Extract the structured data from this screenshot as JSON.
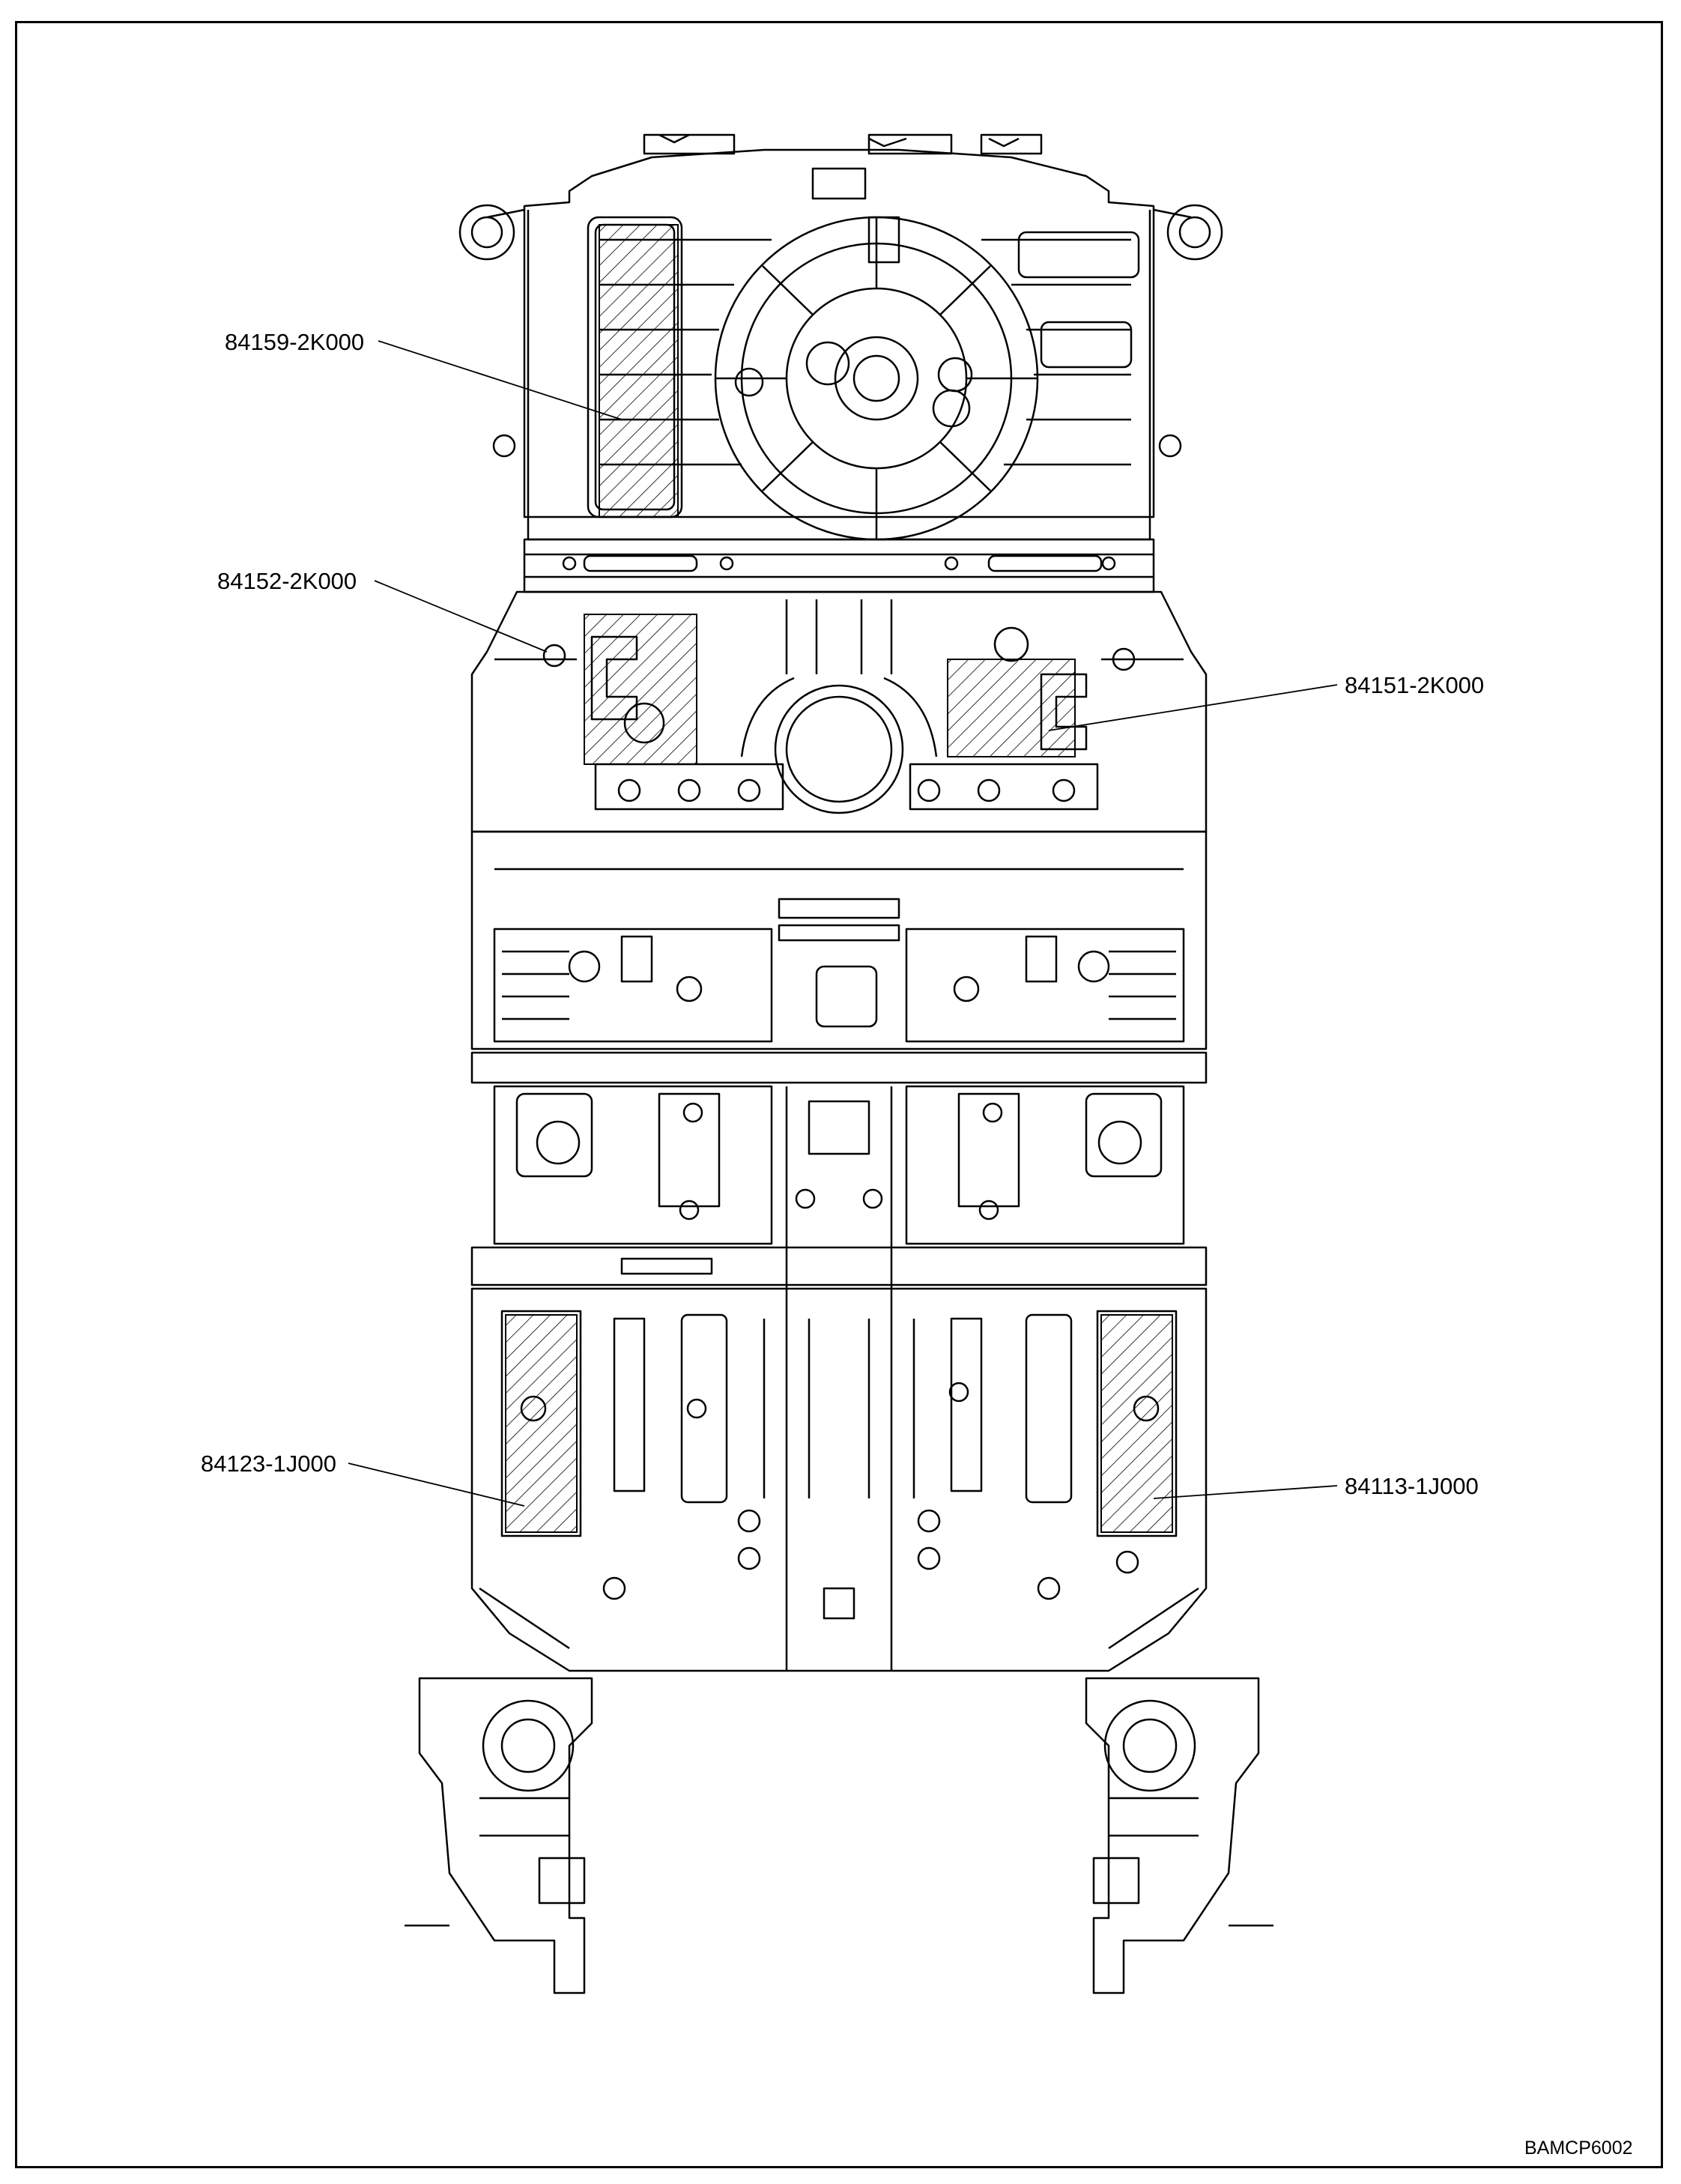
{
  "diagram": {
    "callouts": [
      {
        "id": "c1",
        "label": "84159-2K000"
      },
      {
        "id": "c2",
        "label": "84152-2K000"
      },
      {
        "id": "c3",
        "label": "84151-2K000"
      },
      {
        "id": "c4",
        "label": "84123-1J000"
      },
      {
        "id": "c5",
        "label": "84113-1J000"
      }
    ],
    "drawing_code": "BAMCP6002"
  },
  "colors": {
    "line": "#000000",
    "background": "#ffffff"
  }
}
